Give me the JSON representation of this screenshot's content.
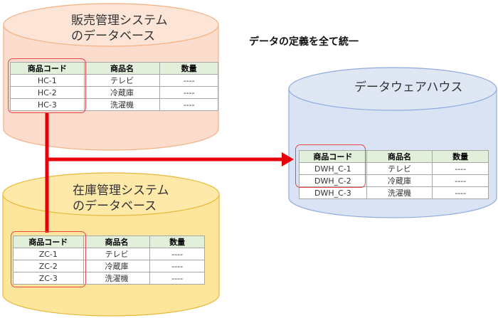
{
  "heading": "データの定義を全て統一",
  "sales_db": {
    "title_line1": "販売管理システム",
    "title_line2": "のデータベース",
    "headers": [
      "商品コード",
      "商品名",
      "数量"
    ],
    "rows": [
      {
        "code": "HC-1",
        "name": "テレビ",
        "qty": "----"
      },
      {
        "code": "HC-2",
        "name": "冷蔵庫",
        "qty": "----"
      },
      {
        "code": "HC-3",
        "name": "洗濯機",
        "qty": "----"
      }
    ]
  },
  "inventory_db": {
    "title_line1": "在庫管理システム",
    "title_line2": "のデータベース",
    "headers": [
      "商品コード",
      "商品名",
      "数量"
    ],
    "rows": [
      {
        "code": "ZC-1",
        "name": "テレビ",
        "qty": "----"
      },
      {
        "code": "ZC-2",
        "name": "冷蔵庫",
        "qty": "----"
      },
      {
        "code": "ZC-3",
        "name": "洗濯機",
        "qty": "----"
      }
    ]
  },
  "dwh": {
    "title": "データウェアハウス",
    "headers": [
      "商品コード",
      "商品名",
      "数量"
    ],
    "rows": [
      {
        "code": "DWH_C-1",
        "name": "テレビ",
        "qty": "----"
      },
      {
        "code": "DWH_C-2",
        "name": "冷蔵庫",
        "qty": "----"
      },
      {
        "code": "DWH_C-3",
        "name": "洗濯機",
        "qty": "----"
      }
    ]
  },
  "colors": {
    "sales_fill": "#fbdccd",
    "sales_stroke": "#f4b183",
    "inventory_fill": "#fde59b",
    "inventory_stroke": "#e6b93a",
    "dwh_fill": "#dae3f3",
    "dwh_stroke": "#8faadc",
    "arrow": "#e8000b",
    "highlight": "#e8474b",
    "table_header": "#e2efda"
  }
}
